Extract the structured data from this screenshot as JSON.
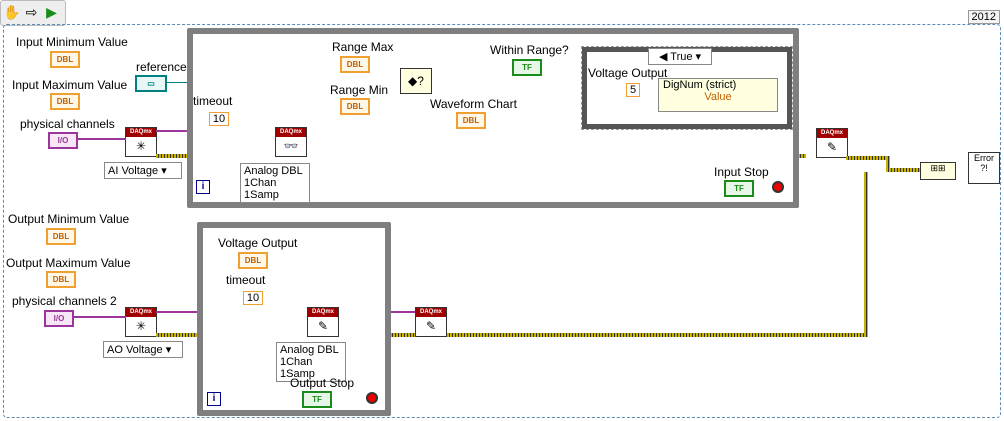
{
  "toolbar": {
    "icons": [
      "hand-icon",
      "arrow-icon",
      "run-icon"
    ]
  },
  "version_label": "2012",
  "input": {
    "min_label": "Input Minimum Value",
    "max_label": "Input Maximum Value",
    "channels_label": "physical channels",
    "reference_label": "reference",
    "dbl": "DBL",
    "io": "I/O",
    "ref_glyph": "▭",
    "task_type": "AI Voltage"
  },
  "input_loop": {
    "timeout_label": "timeout",
    "timeout_value": "10",
    "range_max_label": "Range Max",
    "range_min_label": "Range Min",
    "within_range_label": "Within Range?",
    "tf": "TF",
    "chart_label": "Waveform Chart",
    "dbl": "DBL",
    "read_mode": [
      "Analog DBL",
      "1Chan 1Samp"
    ],
    "case_selector": "True",
    "voltage_output_label": "Voltage Output",
    "case_const": "5",
    "prop_items": [
      "DigNum (strict)",
      "Value"
    ],
    "stop_label": "Input Stop"
  },
  "output": {
    "min_label": "Output Minimum Value",
    "max_label": "Output Maximum Value",
    "channels_label": "physical channels 2",
    "dbl": "DBL",
    "io": "I/O",
    "task_type": "AO Voltage"
  },
  "output_loop": {
    "voltage_label": "Voltage Output",
    "timeout_label": "timeout",
    "timeout_value": "10",
    "write_mode": [
      "Analog DBL",
      "1Chan 1Samp"
    ],
    "stop_label": "Output Stop",
    "tf": "TF"
  },
  "daqmx_label": "DAQmx",
  "loop_iter": "i",
  "error_label": "Error"
}
